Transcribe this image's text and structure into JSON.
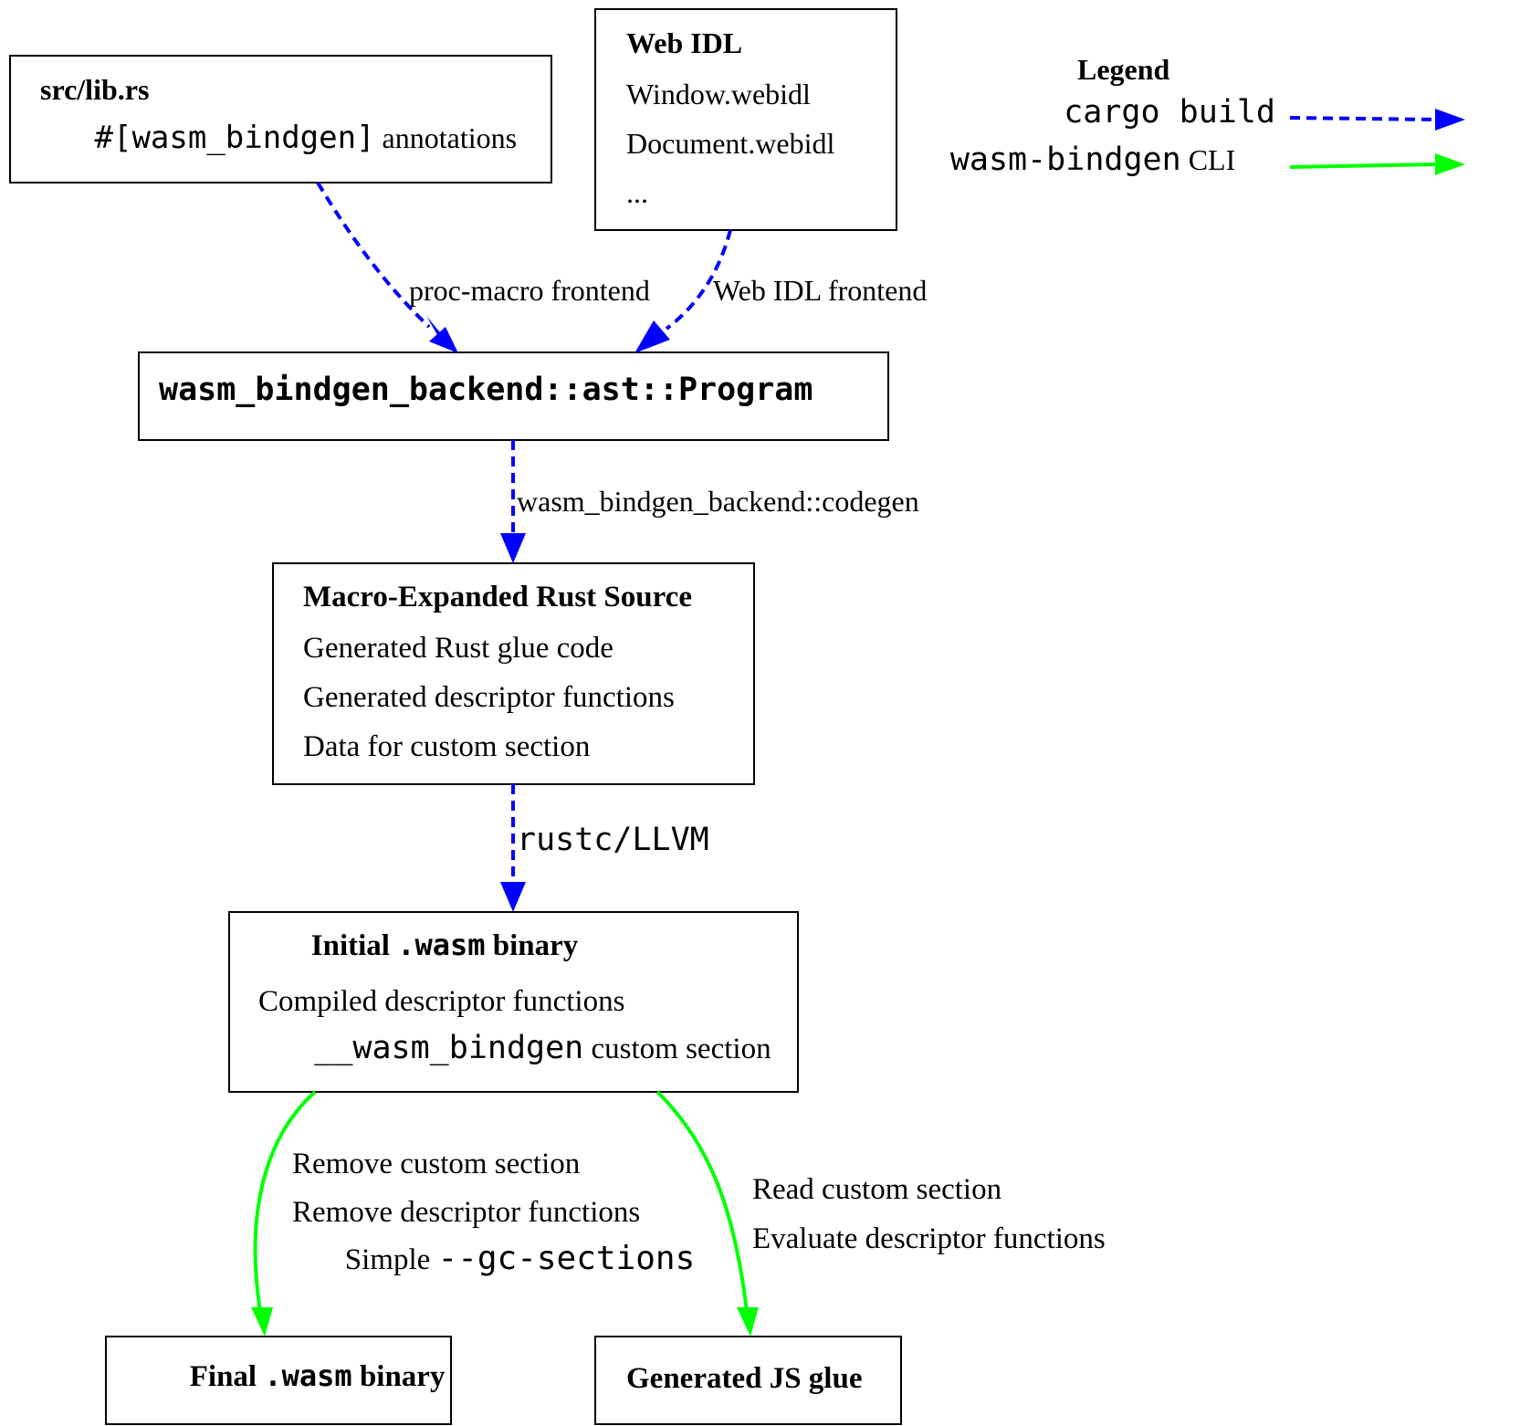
{
  "colors": {
    "cargo_build": "#0000ff",
    "wasm_bindgen_cli": "#00ff00",
    "box_stroke": "#000000",
    "background": "#ffffff"
  },
  "nodes": {
    "src_lib": {
      "title": "src/lib.rs",
      "line1_code": "#[wasm_bindgen]",
      "line1_text": " annotations"
    },
    "web_idl": {
      "title": "Web IDL",
      "lines": [
        "Window.webidl",
        "Document.webidl",
        "..."
      ]
    },
    "program": {
      "title": "wasm_bindgen_backend::ast::Program"
    },
    "macro_expanded": {
      "title": "Macro-Expanded Rust Source",
      "lines": [
        "Generated Rust glue code",
        "Generated descriptor functions",
        "Data for custom section"
      ]
    },
    "initial_wasm": {
      "title_pre": "Initial ",
      "title_code": ".wasm",
      "title_post": " binary",
      "line1": "Compiled descriptor functions",
      "line2_code": "__wasm_bindgen",
      "line2_text": " custom section"
    },
    "final_wasm": {
      "title_pre": "Final ",
      "title_code": ".wasm",
      "title_post": " binary"
    },
    "js_glue": {
      "title": "Generated JS glue"
    }
  },
  "edges": {
    "proc_macro": {
      "label": "proc-macro frontend",
      "kind": "cargo build"
    },
    "webidl_frontend": {
      "label": "Web IDL frontend",
      "kind": "cargo build"
    },
    "codegen": {
      "label": "wasm_bindgen_backend::codegen",
      "kind": "cargo build"
    },
    "rustc": {
      "label": "rustc/LLVM",
      "kind": "cargo build"
    },
    "to_final": {
      "lines": [
        "Remove custom section",
        "Remove descriptor functions"
      ],
      "line3_text": "Simple ",
      "line3_code": "--gc-sections",
      "kind": "wasm-bindgen CLI"
    },
    "to_js": {
      "lines": [
        "Read custom section",
        "Evaluate descriptor functions"
      ],
      "kind": "wasm-bindgen CLI"
    }
  },
  "legend": {
    "title": "Legend",
    "cargo_label": "cargo build",
    "cli_code": "wasm-bindgen",
    "cli_text": " CLI"
  }
}
